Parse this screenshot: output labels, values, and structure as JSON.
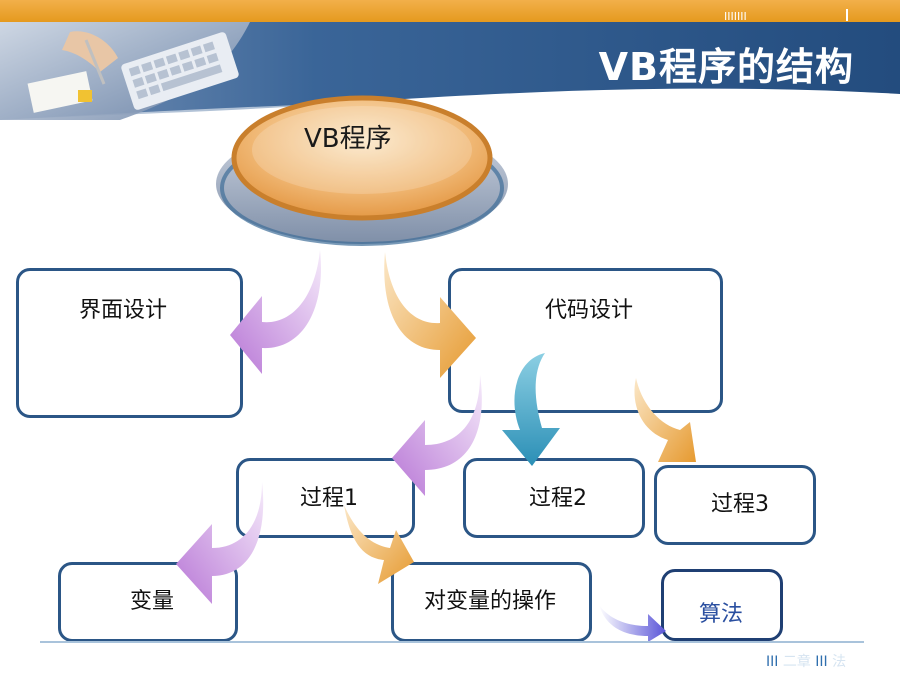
{
  "header": {
    "title": "VB程序的结构",
    "ticks": "IIIIIII"
  },
  "diagram": {
    "root": "VB程序",
    "ui_design": "界面设计",
    "code_design": "代码设计",
    "procedure1": "过程1",
    "procedure2": "过程2",
    "procedure3": "过程3",
    "variables": "变量",
    "variable_ops": "对变量的操作",
    "algorithm": "算法"
  },
  "footer": {
    "bars_left": "III",
    "chapter_text": "二章",
    "bars_right": "III",
    "end_text": "法"
  },
  "colors": {
    "top_bar": "#e59a1e",
    "banner": "#2b5686",
    "node_border": "#2b5686",
    "algorithm_text": "#2a4fa0",
    "arrow_purple": "#c98de0",
    "arrow_orange": "#eaa845",
    "arrow_teal": "#3d9bbf"
  }
}
